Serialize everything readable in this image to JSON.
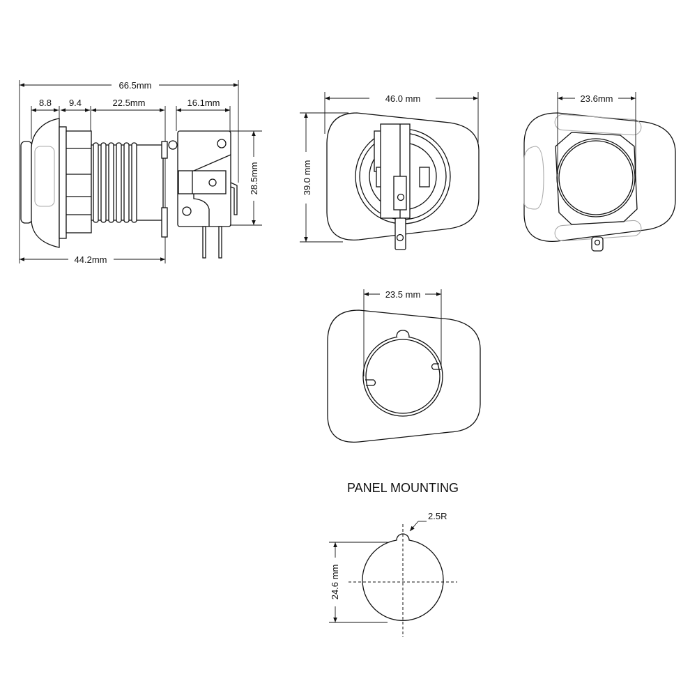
{
  "side_view": {
    "overall_length": "66.5mm",
    "cap_width": "8.8",
    "nut_width": "9.4",
    "thread_length": "22.5mm",
    "switch_width": "16.1mm",
    "switch_height": "28.5mm",
    "front_length": "44.2mm"
  },
  "rear_view": {
    "width": "46.0 mm",
    "height": "39.0 mm"
  },
  "front_view": {
    "button_diameter": "23.6mm"
  },
  "bottom_view": {
    "body_diameter": "23.5 mm"
  },
  "panel_mounting": {
    "title": "PANEL MOUNTING",
    "hole_diameter": "24.6 mm",
    "notch_radius": "2.5R"
  }
}
